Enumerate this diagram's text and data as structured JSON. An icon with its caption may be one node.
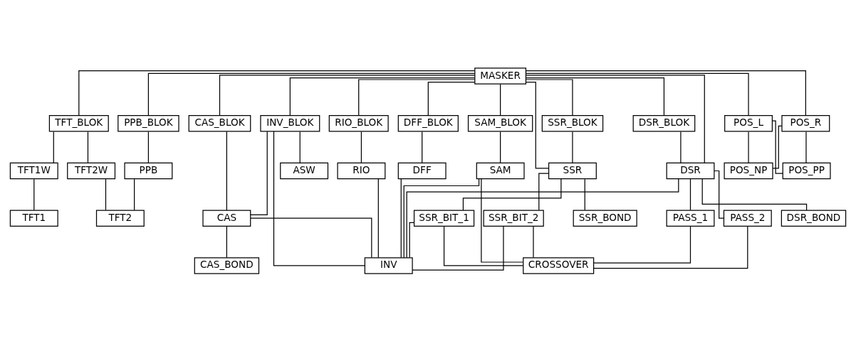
{
  "diagram": {
    "nodes": [
      {
        "text": [
          "MASKER"
        ]
      },
      {
        "text": [
          "TFT_BLOK"
        ]
      },
      {
        "text": [
          "PPB_BLOK"
        ]
      },
      {
        "text": [
          "DFF_BLOK"
        ]
      },
      {
        "text": [
          "RIO_BLOK"
        ]
      },
      {
        "text": [
          "CAS_BLOK"
        ]
      },
      {
        "text": [
          "INV_BLOK"
        ]
      },
      {
        "text": [
          "DSR_BLOK"
        ]
      },
      {
        "text": [
          "SAM_BLOK"
        ]
      },
      {
        "text": [
          "SSR_BLOK"
        ]
      },
      {
        "text": [
          "POS_L"
        ]
      },
      {
        "text": [
          "POS_R"
        ]
      },
      {
        "text": [
          "TFT1W"
        ]
      },
      {
        "text": [
          "TFT2W"
        ]
      },
      {
        "text": [
          "PPB"
        ]
      },
      {
        "text": [
          "DFF"
        ]
      },
      {
        "text": [
          "RIO"
        ]
      },
      {
        "text": [
          "ASW"
        ]
      },
      {
        "text": [
          "DSR"
        ]
      },
      {
        "text": [
          "SAM"
        ]
      },
      {
        "text": [
          "SSR"
        ]
      },
      {
        "text": [
          "POS_NP"
        ]
      },
      {
        "text": [
          "POS_PP"
        ]
      },
      {
        "text": [
          "TFT1"
        ]
      },
      {
        "text": [
          "TFT2"
        ]
      },
      {
        "text": [
          "CAS"
        ]
      },
      {
        "text": [
          "DSR_BOND"
        ]
      },
      {
        "text": [
          "PASS_1"
        ]
      },
      {
        "text": [
          "PASS_2"
        ]
      },
      {
        "text": [
          "SSR_BIT_1"
        ]
      },
      {
        "text": [
          "SSR_BIT_2"
        ]
      },
      {
        "text": [
          "SSR_BOND"
        ]
      },
      {
        "text": [
          "CAS_BOND"
        ]
      },
      {
        "text": [
          "CROSSOVER"
        ]
      },
      {
        "text": [
          "INV"
        ]
      }
    ],
    "edges": [
      {
        "from": 0,
        "to": 1,
        "arrow": "none"
      },
      {
        "from": 0,
        "to": 2,
        "arrow": "none"
      },
      {
        "from": 0,
        "to": 3,
        "arrow": "none"
      },
      {
        "from": 0,
        "to": 4,
        "arrow": "none"
      },
      {
        "from": 0,
        "to": 5,
        "arrow": "none"
      },
      {
        "from": 0,
        "to": 6,
        "arrow": "none"
      },
      {
        "from": 0,
        "to": 7,
        "arrow": "none"
      },
      {
        "from": 0,
        "to": 18,
        "arrow": "none"
      },
      {
        "from": 0,
        "to": 8,
        "arrow": "none"
      },
      {
        "from": 0,
        "to": 9,
        "arrow": "none"
      },
      {
        "from": 0,
        "to": 20,
        "arrow": "none"
      },
      {
        "from": 0,
        "to": 10,
        "arrow": "none"
      },
      {
        "from": 0,
        "to": 11,
        "arrow": "none"
      },
      {
        "from": 1,
        "to": 12,
        "arrow": "none"
      },
      {
        "from": 1,
        "to": 13,
        "arrow": "none"
      },
      {
        "from": 2,
        "to": 14,
        "arrow": "none"
      },
      {
        "from": 3,
        "to": 15,
        "arrow": "none"
      },
      {
        "from": 4,
        "to": 16,
        "arrow": "none"
      },
      {
        "from": 5,
        "to": 25,
        "arrow": "none"
      },
      {
        "from": 6,
        "to": 25,
        "arrow": "none"
      },
      {
        "from": 6,
        "to": 17,
        "arrow": "none"
      },
      {
        "from": 6,
        "to": 34,
        "arrow": "none"
      },
      {
        "from": 7,
        "to": 18,
        "arrow": "none"
      },
      {
        "from": 8,
        "to": 19,
        "arrow": "none"
      },
      {
        "from": 9,
        "to": 20,
        "arrow": "none"
      },
      {
        "from": 10,
        "to": 21,
        "arrow": "none"
      },
      {
        "from": 10,
        "to": 22,
        "arrow": "none"
      },
      {
        "from": 11,
        "to": 21,
        "arrow": "none"
      },
      {
        "from": 11,
        "to": 22,
        "arrow": "none"
      },
      {
        "from": 12,
        "to": 23,
        "arrow": "none"
      },
      {
        "from": 13,
        "to": 24,
        "arrow": "none"
      },
      {
        "from": 14,
        "to": 24,
        "arrow": "none"
      },
      {
        "from": 15,
        "to": 34,
        "arrow": "none"
      },
      {
        "from": 16,
        "to": 34,
        "arrow": "none"
      },
      {
        "from": 18,
        "to": 26,
        "arrow": "none"
      },
      {
        "from": 18,
        "to": 27,
        "arrow": "none"
      },
      {
        "from": 18,
        "to": 28,
        "arrow": "none"
      },
      {
        "from": 18,
        "to": 34,
        "arrow": "none"
      },
      {
        "from": 20,
        "to": 29,
        "arrow": "none"
      },
      {
        "from": 20,
        "to": 30,
        "arrow": "none"
      },
      {
        "from": 20,
        "to": 31,
        "arrow": "none"
      },
      {
        "from": 25,
        "to": 32,
        "arrow": "none"
      },
      {
        "from": 25,
        "to": 34,
        "arrow": "none"
      },
      {
        "from": 27,
        "to": 33,
        "arrow": "none"
      },
      {
        "from": 28,
        "to": 33,
        "arrow": "none"
      },
      {
        "from": 19,
        "to": 33,
        "arrow": "none"
      },
      {
        "from": 29,
        "to": 33,
        "arrow": "none"
      },
      {
        "from": 30,
        "to": 33,
        "arrow": "none"
      },
      {
        "from": 19,
        "to": 34,
        "arrow": "none"
      },
      {
        "from": 29,
        "to": 34,
        "arrow": "none"
      },
      {
        "from": 30,
        "to": 34,
        "arrow": "none"
      }
    ]
  }
}
